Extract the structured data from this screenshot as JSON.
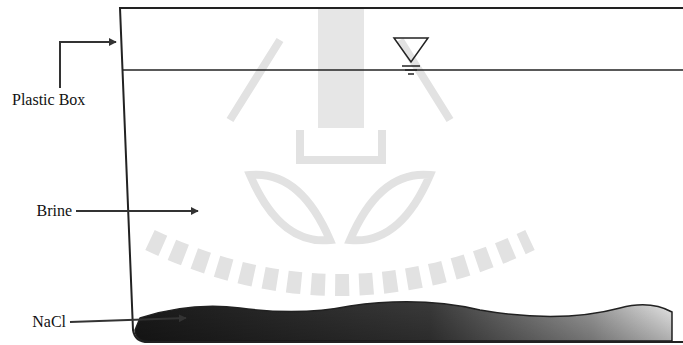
{
  "diagram": {
    "labels": [
      "Plastic Box",
      "Brine",
      "NaCl"
    ]
  }
}
